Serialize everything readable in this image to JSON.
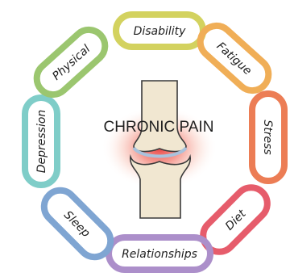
{
  "center": {
    "title": "CHRONIC PAIN"
  },
  "links": [
    {
      "id": "disability",
      "label": "Disability",
      "color": "#d3d25f"
    },
    {
      "id": "fatigue",
      "label": "Fatigue",
      "color": "#f0ae57"
    },
    {
      "id": "stress",
      "label": "Stress",
      "color": "#ec7d55"
    },
    {
      "id": "diet",
      "label": "Diet",
      "color": "#e65c6b"
    },
    {
      "id": "relationships",
      "label": "Relationships",
      "color": "#ac8fca"
    },
    {
      "id": "sleep",
      "label": "Sleep",
      "color": "#7fa5d2"
    },
    {
      "id": "depression",
      "label": "Depression",
      "color": "#7fcdc8"
    },
    {
      "id": "physical",
      "label": "Physical",
      "color": "#9bc66f"
    }
  ]
}
